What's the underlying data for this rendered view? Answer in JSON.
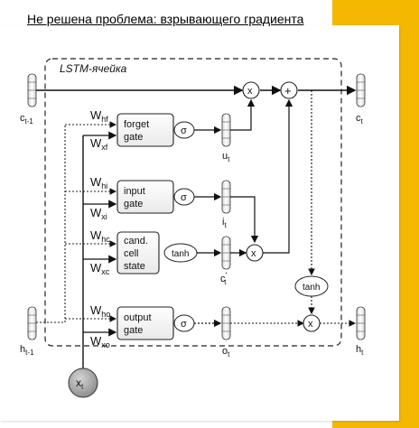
{
  "slide": {
    "heading": "Не решена проблема: взрывающего градиента",
    "accent_color": "#f5b800"
  },
  "diagram": {
    "cell_title": "LSTM-ячейка",
    "c_prev": "c",
    "c_prev_sub": "t-1",
    "c_out": "c",
    "c_out_sub": "t",
    "h_prev": "h",
    "h_prev_sub": "t-1",
    "h_out": "h",
    "h_out_sub": "t",
    "x_in": "x",
    "x_in_sub": "t",
    "gates": {
      "forget": {
        "line1": "forget",
        "line2": "gate",
        "wh": "W",
        "wh_sub": "hf",
        "wx": "W",
        "wx_sub": "xf",
        "act": "σ",
        "out": "u",
        "out_sub": "t"
      },
      "input": {
        "line1": "input",
        "line2": "gate",
        "wh": "W",
        "wh_sub": "hi",
        "wx": "W",
        "wx_sub": "xi",
        "act": "σ",
        "out": "i",
        "out_sub": "t"
      },
      "cand": {
        "line1": "cand.",
        "line2": "cell",
        "line3": "state",
        "wh": "W",
        "wh_sub": "hc",
        "wx": "W",
        "wx_sub": "xc",
        "act": "tanh",
        "out": "c",
        "out_sub": "t",
        "out_sup": "'"
      },
      "output": {
        "line1": "output",
        "line2": "gate",
        "wh": "W",
        "wh_sub": "ho",
        "wx": "W",
        "wx_sub": "xo",
        "act": "σ",
        "out": "o",
        "out_sub": "t"
      }
    },
    "ops": {
      "mul": "x",
      "add": "+",
      "tanh": "tanh"
    }
  }
}
